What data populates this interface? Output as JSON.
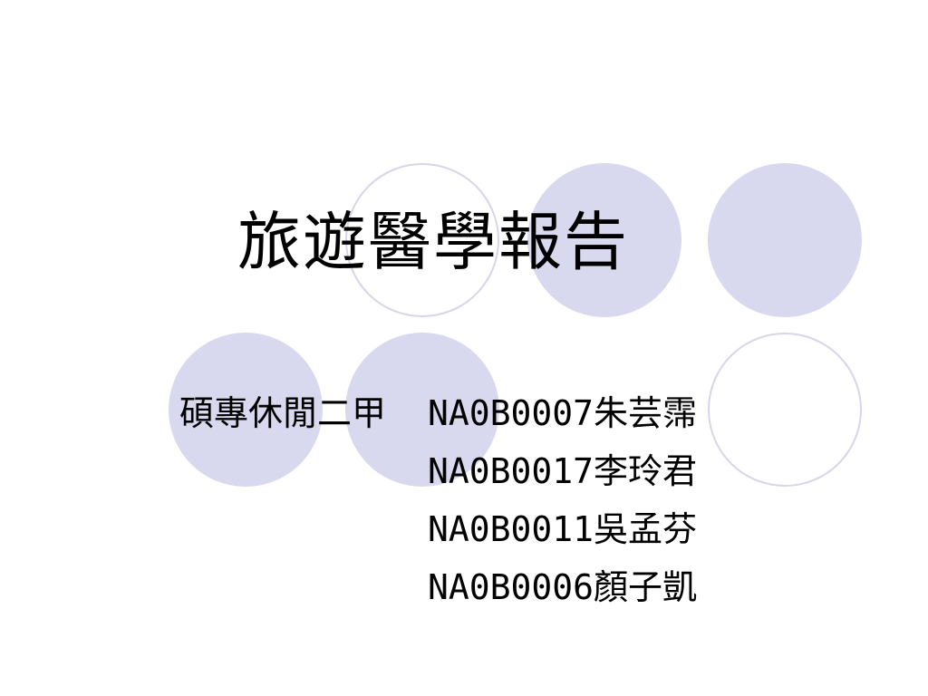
{
  "slide": {
    "title": "旅遊醫學報告",
    "class_label": "碩專休閒二甲",
    "members": [
      "NA0B0007朱芸霈",
      "NA0B0017李玲君",
      "NA0B0011吳孟芬",
      "NA0B0006顏子凱"
    ]
  },
  "colors": {
    "circle_fill": "#d8d8ee",
    "circle_outline": "#d6d6ea",
    "text": "#000000",
    "background": "#ffffff"
  }
}
